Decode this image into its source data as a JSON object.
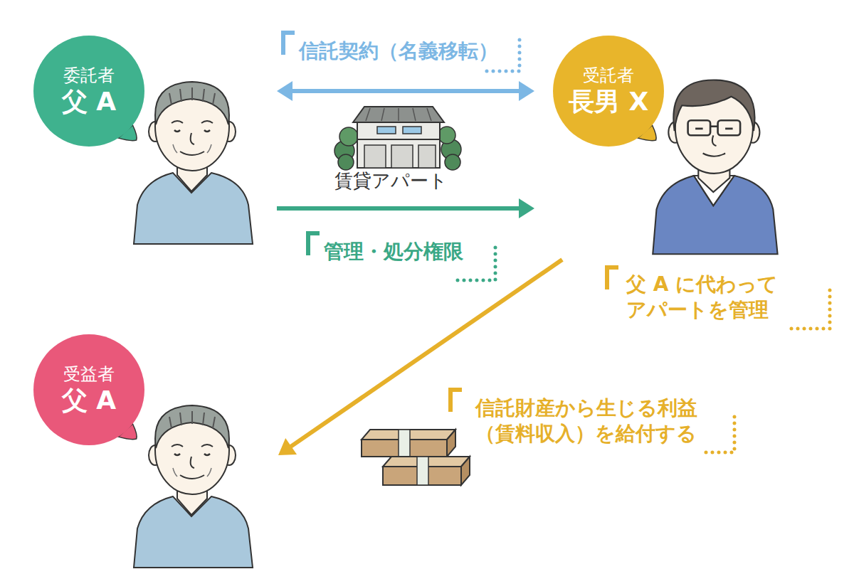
{
  "diagram": {
    "nodes": [
      {
        "text": [
          "委託者",
          "父 A"
        ]
      },
      {
        "text": [
          "受託者",
          "長男 X"
        ]
      },
      {
        "text": [
          "受益者",
          "父 A"
        ]
      }
    ],
    "edges": [
      {
        "from": 0,
        "to": 1,
        "arrow": "both",
        "label": "信託契約（名義移転）"
      },
      {
        "from": 0,
        "to": 1,
        "arrow": "to",
        "label": "管理・処分権限"
      },
      {
        "from": 1,
        "to": 2,
        "arrow": "to",
        "label": "信託財産から生じる利益 （賃料収入）を給付する"
      }
    ],
    "labels": [
      "賃貸アパート",
      "父 A に代わって アパートを管理"
    ]
  }
}
